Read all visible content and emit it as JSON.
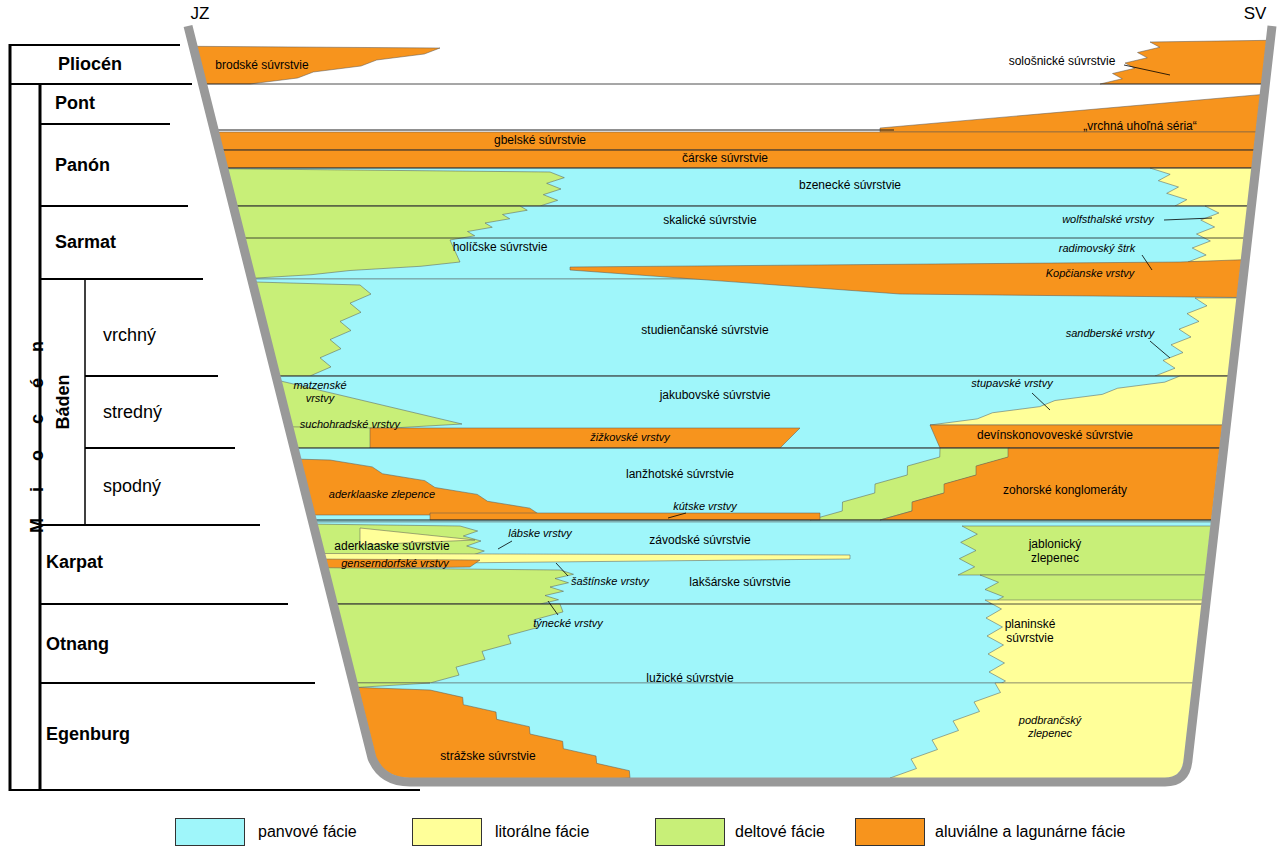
{
  "diagram": {
    "nodes": [
      {
        "text": [
          "Pliocén"
        ]
      },
      {
        "text": [
          "Miocén"
        ]
      },
      {
        "text": [
          "Pont"
        ],
        "in": 1
      },
      {
        "text": [
          "Panón"
        ],
        "in": 1
      },
      {
        "text": [
          "Sarmat"
        ],
        "in": 1
      },
      {
        "text": [
          "Báden"
        ],
        "in": 1
      },
      {
        "text": [
          "vrchný"
        ],
        "in": 5
      },
      {
        "text": [
          "stredný"
        ],
        "in": 5
      },
      {
        "text": [
          "spodný"
        ],
        "in": 5
      },
      {
        "text": [
          "Karpat"
        ],
        "in": 1
      },
      {
        "text": [
          "Otnang"
        ],
        "in": 1
      },
      {
        "text": [
          "Egenburg"
        ],
        "in": 1
      }
    ],
    "labels": [
      "JZ",
      "SV",
      "brodské súvrstvie",
      "sološnické súvrstvie",
      "„vrchná uhoľná séria“",
      "gbelské súvrstvie",
      "čárske súvrstvie",
      "bzenecké súvrstvie",
      "skalické súvrstvie",
      "wolfsthalské vrstvy",
      "holíčske súvrstvie",
      "radimovský štrk",
      "Kopčianske vrstvy",
      "studienčanské súvrstvie",
      "sandberské vrstvy",
      "matzenské vrstvy",
      "jakubovské súvrstvie",
      "stupavské vrstvy",
      "suchohradské vrstvy",
      "žižkovské vrstvy",
      "devínskonovoveské súvrstvie",
      "lanžhotské súvrstvie",
      "aderklaaske zlepence",
      "zohorské konglomeráty",
      "kútske vrstvy",
      "lábske vrstvy",
      "aderklaaske súvrstvie",
      "závodské súvrstvie",
      "jablonický zlepenec",
      "genserndorfské vrstvy",
      "šaštínske vrstvy",
      "lakšárske súvrstvie",
      "týnecké vrstvy",
      "planinské súvrstvie",
      "lužické súvrstvie",
      "podbrančský zlepenec",
      "strážske súvrstvie"
    ],
    "legend": [
      {
        "text": "panvové fácie",
        "color": "#9ff6fa"
      },
      {
        "text": "litorálne fácie",
        "color": "#ffff99"
      },
      {
        "text": "deltové fácie",
        "color": "#c8ef78"
      },
      {
        "text": "aluviálne a lagunárne fácie",
        "color": "#f7941d"
      }
    ]
  }
}
